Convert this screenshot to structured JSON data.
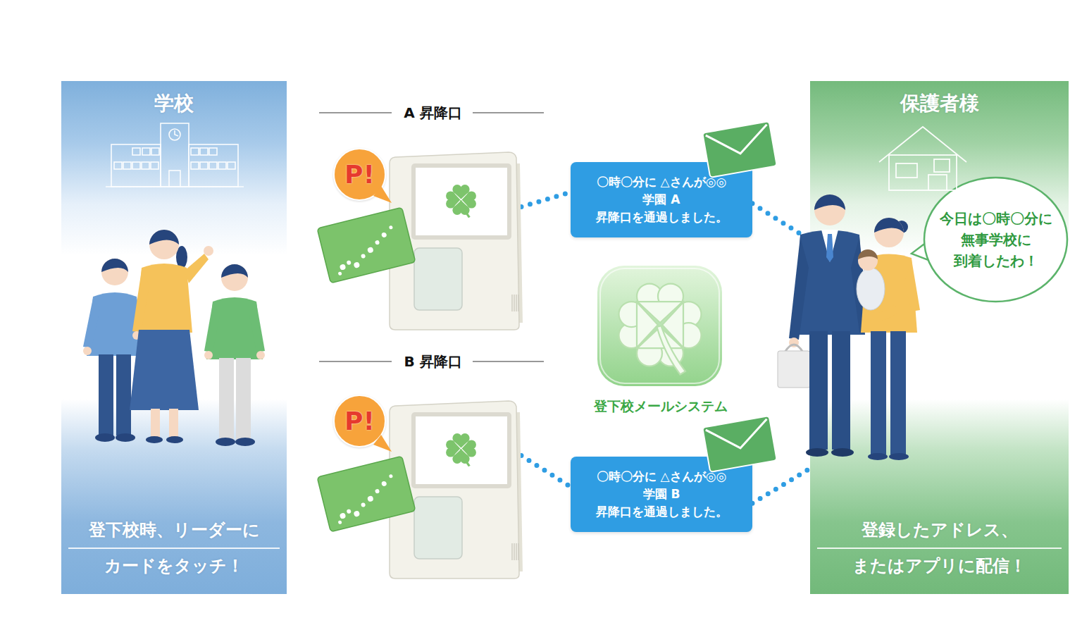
{
  "diagram": {
    "nodes": [
      {
        "text": [
          "学校",
          "登下校時、リーダーに カードをタッチ！"
        ]
      },
      {
        "text": [
          "A 昇降口"
        ]
      },
      {
        "text": [
          "P!"
        ],
        "in": 1
      },
      {
        "text": [
          "〇時〇分に △さんが◎◎学園 A 昇降口を通過しました。"
        ]
      },
      {
        "text": [
          "登下校メールシステム"
        ]
      },
      {
        "text": [
          "B 昇降口"
        ]
      },
      {
        "text": [
          "P!"
        ],
        "in": 5
      },
      {
        "text": [
          "〇時〇分に △さんが◎◎学園 B 昇降口を通過しました。"
        ]
      },
      {
        "text": [
          "保護者様",
          "登録したアドレス、 またはアプリに配信！"
        ]
      },
      {
        "text": [
          "今日は〇時〇分に 無事学校に 到着したわ！"
        ],
        "in": 8
      }
    ],
    "edges": [
      {
        "from": 1,
        "to": 3,
        "arrow": "none"
      },
      {
        "from": 3,
        "to": 8,
        "arrow": "none"
      },
      {
        "from": 5,
        "to": 7,
        "arrow": "none"
      },
      {
        "from": 7,
        "to": 8,
        "arrow": "none"
      }
    ]
  }
}
